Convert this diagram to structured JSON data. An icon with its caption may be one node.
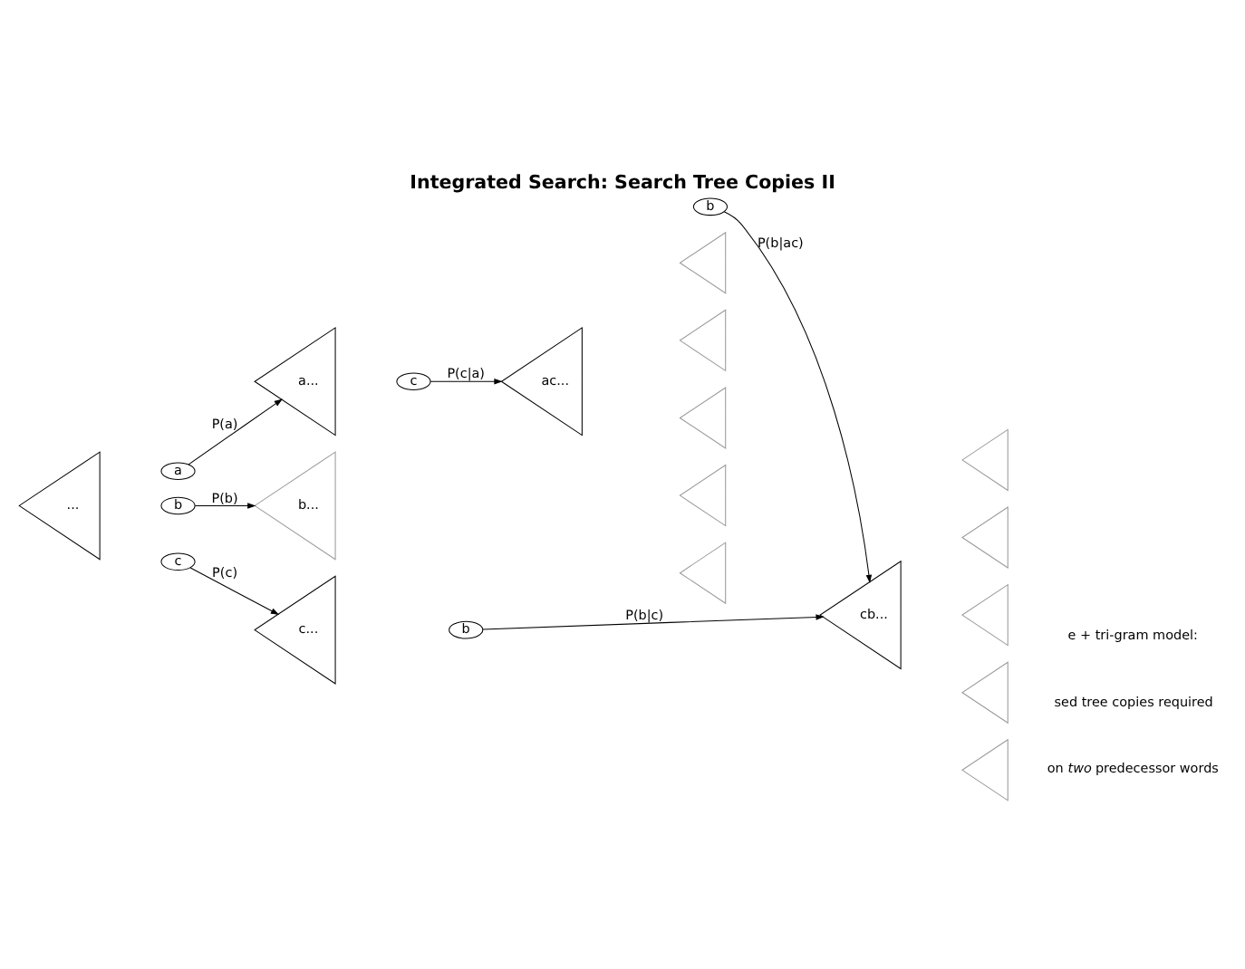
{
  "diagram": {
    "title": "Integrated Search: Search Tree Copies II",
    "nodes": [
      {
        "text": [
          "..."
        ]
      },
      {
        "text": [
          "a"
        ]
      },
      {
        "text": [
          "b"
        ]
      },
      {
        "text": [
          "c"
        ]
      },
      {
        "text": [
          "a..."
        ]
      },
      {
        "text": [
          "b..."
        ]
      },
      {
        "text": [
          "c..."
        ]
      },
      {
        "text": [
          "c"
        ]
      },
      {
        "text": [
          "b"
        ]
      },
      {
        "text": [
          "ac..."
        ]
      },
      {
        "text": [
          "cb..."
        ]
      },
      {
        "text": [
          "b"
        ]
      },
      {
        "text": [],
        "shape": "triangle"
      },
      {
        "text": [],
        "shape": "triangle"
      },
      {
        "text": [],
        "shape": "triangle"
      },
      {
        "text": [],
        "shape": "triangle"
      },
      {
        "text": [],
        "shape": "triangle"
      },
      {
        "text": [],
        "shape": "triangle"
      },
      {
        "text": [],
        "shape": "triangle"
      },
      {
        "text": [],
        "shape": "triangle"
      },
      {
        "text": [],
        "shape": "triangle"
      },
      {
        "text": [],
        "shape": "triangle"
      }
    ],
    "edges": [
      {
        "from": 1,
        "to": 4,
        "arrow": "to",
        "label": "P(a)"
      },
      {
        "from": 2,
        "to": 5,
        "arrow": "to",
        "label": "P(b)"
      },
      {
        "from": 3,
        "to": 6,
        "arrow": "to",
        "label": "P(c)"
      },
      {
        "from": 7,
        "to": 9,
        "arrow": "to",
        "label": "P(c|a)"
      },
      {
        "from": 8,
        "to": 10,
        "arrow": "to",
        "label": "P(b|c)"
      },
      {
        "from": 11,
        "to": 10,
        "arrow": "to",
        "label": "P(b|ac)"
      }
    ],
    "labels": [
      "e + tri-gram model:",
      "sed tree copies required",
      "on *two* predecessor words"
    ]
  }
}
